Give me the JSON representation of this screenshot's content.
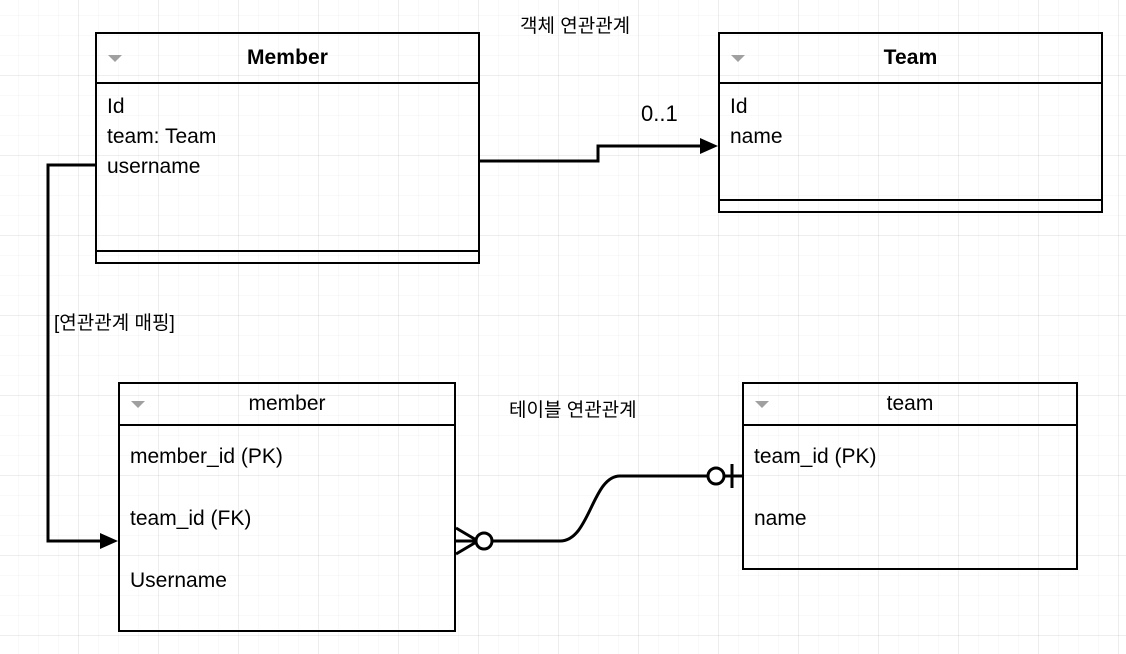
{
  "diagram": {
    "title_labels": {
      "object_relation": "객체 연관관계",
      "mapping": "[연관관계 매핑]",
      "table_relation": "테이블 연관관계"
    },
    "multiplicity": {
      "member_to_team": "0..1"
    },
    "colors": {
      "stroke": "#000000",
      "grid_minor": "#f2f2f2",
      "grid_major": "#e8e8e8",
      "collapse_triangle": "#a0a0a0",
      "background": "#ffffff"
    },
    "uml_classes": [
      {
        "id": "member-class",
        "name": "Member",
        "attributes": [
          "Id",
          "team: Team",
          "username"
        ],
        "methods": []
      },
      {
        "id": "team-class",
        "name": "Team",
        "attributes": [
          "Id",
          "name"
        ],
        "methods": []
      }
    ],
    "er_tables": [
      {
        "id": "member-table",
        "name": "member",
        "columns": [
          "member_id (PK)",
          "team_id (FK)",
          "Username"
        ]
      },
      {
        "id": "team-table",
        "name": "team",
        "columns": [
          "team_id (PK)",
          "name"
        ]
      }
    ],
    "connectors": [
      {
        "id": "member-to-team-association",
        "from": "member-class",
        "to": "team-class",
        "label": "0..1",
        "end_marker": "arrow"
      },
      {
        "id": "member-class-to-member-table-mapping",
        "from": "member-class",
        "to": "member-table",
        "label": "",
        "end_marker": "arrow"
      },
      {
        "id": "member-table-to-team-table-fk",
        "from": "member-table",
        "to": "team-table",
        "label": "",
        "start_marker": "crowsfoot-zero-many",
        "end_marker": "zero-one"
      }
    ]
  }
}
